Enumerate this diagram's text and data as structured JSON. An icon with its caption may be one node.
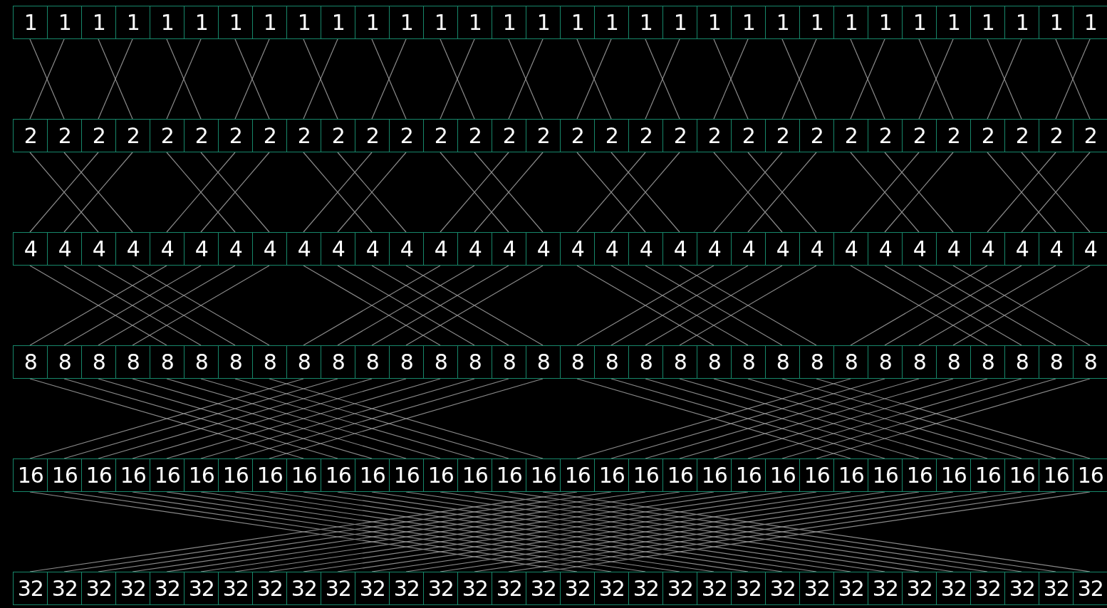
{
  "diagram": {
    "nodes": [
      {
        "text": [
          "1"
        ]
      },
      {
        "text": [
          "1"
        ]
      },
      {
        "text": [
          "1"
        ]
      },
      {
        "text": [
          "1"
        ]
      },
      {
        "text": [
          "1"
        ]
      },
      {
        "text": [
          "1"
        ]
      },
      {
        "text": [
          "1"
        ]
      },
      {
        "text": [
          "1"
        ]
      },
      {
        "text": [
          "1"
        ]
      },
      {
        "text": [
          "1"
        ]
      },
      {
        "text": [
          "1"
        ]
      },
      {
        "text": [
          "1"
        ]
      },
      {
        "text": [
          "1"
        ]
      },
      {
        "text": [
          "1"
        ]
      },
      {
        "text": [
          "1"
        ]
      },
      {
        "text": [
          "1"
        ]
      },
      {
        "text": [
          "1"
        ]
      },
      {
        "text": [
          "1"
        ]
      },
      {
        "text": [
          "1"
        ]
      },
      {
        "text": [
          "1"
        ]
      },
      {
        "text": [
          "1"
        ]
      },
      {
        "text": [
          "1"
        ]
      },
      {
        "text": [
          "1"
        ]
      },
      {
        "text": [
          "1"
        ]
      },
      {
        "text": [
          "1"
        ]
      },
      {
        "text": [
          "1"
        ]
      },
      {
        "text": [
          "1"
        ]
      },
      {
        "text": [
          "1"
        ]
      },
      {
        "text": [
          "1"
        ]
      },
      {
        "text": [
          "1"
        ]
      },
      {
        "text": [
          "1"
        ]
      },
      {
        "text": [
          "1"
        ]
      },
      {
        "text": [
          "2"
        ]
      },
      {
        "text": [
          "2"
        ]
      },
      {
        "text": [
          "2"
        ]
      },
      {
        "text": [
          "2"
        ]
      },
      {
        "text": [
          "2"
        ]
      },
      {
        "text": [
          "2"
        ]
      },
      {
        "text": [
          "2"
        ]
      },
      {
        "text": [
          "2"
        ]
      },
      {
        "text": [
          "2"
        ]
      },
      {
        "text": [
          "2"
        ]
      },
      {
        "text": [
          "2"
        ]
      },
      {
        "text": [
          "2"
        ]
      },
      {
        "text": [
          "2"
        ]
      },
      {
        "text": [
          "2"
        ]
      },
      {
        "text": [
          "2"
        ]
      },
      {
        "text": [
          "2"
        ]
      },
      {
        "text": [
          "2"
        ]
      },
      {
        "text": [
          "2"
        ]
      },
      {
        "text": [
          "2"
        ]
      },
      {
        "text": [
          "2"
        ]
      },
      {
        "text": [
          "2"
        ]
      },
      {
        "text": [
          "2"
        ]
      },
      {
        "text": [
          "2"
        ]
      },
      {
        "text": [
          "2"
        ]
      },
      {
        "text": [
          "2"
        ]
      },
      {
        "text": [
          "2"
        ]
      },
      {
        "text": [
          "2"
        ]
      },
      {
        "text": [
          "2"
        ]
      },
      {
        "text": [
          "2"
        ]
      },
      {
        "text": [
          "2"
        ]
      },
      {
        "text": [
          "2"
        ]
      },
      {
        "text": [
          "2"
        ]
      },
      {
        "text": [
          "4"
        ]
      },
      {
        "text": [
          "4"
        ]
      },
      {
        "text": [
          "4"
        ]
      },
      {
        "text": [
          "4"
        ]
      },
      {
        "text": [
          "4"
        ]
      },
      {
        "text": [
          "4"
        ]
      },
      {
        "text": [
          "4"
        ]
      },
      {
        "text": [
          "4"
        ]
      },
      {
        "text": [
          "4"
        ]
      },
      {
        "text": [
          "4"
        ]
      },
      {
        "text": [
          "4"
        ]
      },
      {
        "text": [
          "4"
        ]
      },
      {
        "text": [
          "4"
        ]
      },
      {
        "text": [
          "4"
        ]
      },
      {
        "text": [
          "4"
        ]
      },
      {
        "text": [
          "4"
        ]
      },
      {
        "text": [
          "4"
        ]
      },
      {
        "text": [
          "4"
        ]
      },
      {
        "text": [
          "4"
        ]
      },
      {
        "text": [
          "4"
        ]
      },
      {
        "text": [
          "4"
        ]
      },
      {
        "text": [
          "4"
        ]
      },
      {
        "text": [
          "4"
        ]
      },
      {
        "text": [
          "4"
        ]
      },
      {
        "text": [
          "4"
        ]
      },
      {
        "text": [
          "4"
        ]
      },
      {
        "text": [
          "4"
        ]
      },
      {
        "text": [
          "4"
        ]
      },
      {
        "text": [
          "4"
        ]
      },
      {
        "text": [
          "4"
        ]
      },
      {
        "text": [
          "4"
        ]
      },
      {
        "text": [
          "4"
        ]
      },
      {
        "text": [
          "8"
        ]
      },
      {
        "text": [
          "8"
        ]
      },
      {
        "text": [
          "8"
        ]
      },
      {
        "text": [
          "8"
        ]
      },
      {
        "text": [
          "8"
        ]
      },
      {
        "text": [
          "8"
        ]
      },
      {
        "text": [
          "8"
        ]
      },
      {
        "text": [
          "8"
        ]
      },
      {
        "text": [
          "8"
        ]
      },
      {
        "text": [
          "8"
        ]
      },
      {
        "text": [
          "8"
        ]
      },
      {
        "text": [
          "8"
        ]
      },
      {
        "text": [
          "8"
        ]
      },
      {
        "text": [
          "8"
        ]
      },
      {
        "text": [
          "8"
        ]
      },
      {
        "text": [
          "8"
        ]
      },
      {
        "text": [
          "8"
        ]
      },
      {
        "text": [
          "8"
        ]
      },
      {
        "text": [
          "8"
        ]
      },
      {
        "text": [
          "8"
        ]
      },
      {
        "text": [
          "8"
        ]
      },
      {
        "text": [
          "8"
        ]
      },
      {
        "text": [
          "8"
        ]
      },
      {
        "text": [
          "8"
        ]
      },
      {
        "text": [
          "8"
        ]
      },
      {
        "text": [
          "8"
        ]
      },
      {
        "text": [
          "8"
        ]
      },
      {
        "text": [
          "8"
        ]
      },
      {
        "text": [
          "8"
        ]
      },
      {
        "text": [
          "8"
        ]
      },
      {
        "text": [
          "8"
        ]
      },
      {
        "text": [
          "8"
        ]
      },
      {
        "text": [
          "16"
        ]
      },
      {
        "text": [
          "16"
        ]
      },
      {
        "text": [
          "16"
        ]
      },
      {
        "text": [
          "16"
        ]
      },
      {
        "text": [
          "16"
        ]
      },
      {
        "text": [
          "16"
        ]
      },
      {
        "text": [
          "16"
        ]
      },
      {
        "text": [
          "16"
        ]
      },
      {
        "text": [
          "16"
        ]
      },
      {
        "text": [
          "16"
        ]
      },
      {
        "text": [
          "16"
        ]
      },
      {
        "text": [
          "16"
        ]
      },
      {
        "text": [
          "16"
        ]
      },
      {
        "text": [
          "16"
        ]
      },
      {
        "text": [
          "16"
        ]
      },
      {
        "text": [
          "16"
        ]
      },
      {
        "text": [
          "16"
        ]
      },
      {
        "text": [
          "16"
        ]
      },
      {
        "text": [
          "16"
        ]
      },
      {
        "text": [
          "16"
        ]
      },
      {
        "text": [
          "16"
        ]
      },
      {
        "text": [
          "16"
        ]
      },
      {
        "text": [
          "16"
        ]
      },
      {
        "text": [
          "16"
        ]
      },
      {
        "text": [
          "16"
        ]
      },
      {
        "text": [
          "16"
        ]
      },
      {
        "text": [
          "16"
        ]
      },
      {
        "text": [
          "16"
        ]
      },
      {
        "text": [
          "16"
        ]
      },
      {
        "text": [
          "16"
        ]
      },
      {
        "text": [
          "16"
        ]
      },
      {
        "text": [
          "16"
        ]
      },
      {
        "text": [
          "32"
        ]
      },
      {
        "text": [
          "32"
        ]
      },
      {
        "text": [
          "32"
        ]
      },
      {
        "text": [
          "32"
        ]
      },
      {
        "text": [
          "32"
        ]
      },
      {
        "text": [
          "32"
        ]
      },
      {
        "text": [
          "32"
        ]
      },
      {
        "text": [
          "32"
        ]
      },
      {
        "text": [
          "32"
        ]
      },
      {
        "text": [
          "32"
        ]
      },
      {
        "text": [
          "32"
        ]
      },
      {
        "text": [
          "32"
        ]
      },
      {
        "text": [
          "32"
        ]
      },
      {
        "text": [
          "32"
        ]
      },
      {
        "text": [
          "32"
        ]
      },
      {
        "text": [
          "32"
        ]
      },
      {
        "text": [
          "32"
        ]
      },
      {
        "text": [
          "32"
        ]
      },
      {
        "text": [
          "32"
        ]
      },
      {
        "text": [
          "32"
        ]
      },
      {
        "text": [
          "32"
        ]
      },
      {
        "text": [
          "32"
        ]
      },
      {
        "text": [
          "32"
        ]
      },
      {
        "text": [
          "32"
        ]
      },
      {
        "text": [
          "32"
        ]
      },
      {
        "text": [
          "32"
        ]
      },
      {
        "text": [
          "32"
        ]
      },
      {
        "text": [
          "32"
        ]
      },
      {
        "text": [
          "32"
        ]
      },
      {
        "text": [
          "32"
        ]
      },
      {
        "text": [
          "32"
        ]
      },
      {
        "text": [
          "32"
        ]
      }
    ],
    "edges": [
      {
        "from": 0,
        "to": 33,
        "arrow": "none"
      },
      {
        "from": 1,
        "to": 32,
        "arrow": "none"
      },
      {
        "from": 2,
        "to": 35,
        "arrow": "none"
      },
      {
        "from": 3,
        "to": 34,
        "arrow": "none"
      },
      {
        "from": 4,
        "to": 37,
        "arrow": "none"
      },
      {
        "from": 5,
        "to": 36,
        "arrow": "none"
      },
      {
        "from": 6,
        "to": 39,
        "arrow": "none"
      },
      {
        "from": 7,
        "to": 38,
        "arrow": "none"
      },
      {
        "from": 8,
        "to": 41,
        "arrow": "none"
      },
      {
        "from": 9,
        "to": 40,
        "arrow": "none"
      },
      {
        "from": 10,
        "to": 43,
        "arrow": "none"
      },
      {
        "from": 11,
        "to": 42,
        "arrow": "none"
      },
      {
        "from": 12,
        "to": 45,
        "arrow": "none"
      },
      {
        "from": 13,
        "to": 44,
        "arrow": "none"
      },
      {
        "from": 14,
        "to": 47,
        "arrow": "none"
      },
      {
        "from": 15,
        "to": 46,
        "arrow": "none"
      },
      {
        "from": 16,
        "to": 49,
        "arrow": "none"
      },
      {
        "from": 17,
        "to": 48,
        "arrow": "none"
      },
      {
        "from": 18,
        "to": 51,
        "arrow": "none"
      },
      {
        "from": 19,
        "to": 50,
        "arrow": "none"
      },
      {
        "from": 20,
        "to": 53,
        "arrow": "none"
      },
      {
        "from": 21,
        "to": 52,
        "arrow": "none"
      },
      {
        "from": 22,
        "to": 55,
        "arrow": "none"
      },
      {
        "from": 23,
        "to": 54,
        "arrow": "none"
      },
      {
        "from": 24,
        "to": 57,
        "arrow": "none"
      },
      {
        "from": 25,
        "to": 56,
        "arrow": "none"
      },
      {
        "from": 26,
        "to": 59,
        "arrow": "none"
      },
      {
        "from": 27,
        "to": 58,
        "arrow": "none"
      },
      {
        "from": 28,
        "to": 61,
        "arrow": "none"
      },
      {
        "from": 29,
        "to": 60,
        "arrow": "none"
      },
      {
        "from": 30,
        "to": 63,
        "arrow": "none"
      },
      {
        "from": 31,
        "to": 62,
        "arrow": "none"
      },
      {
        "from": 32,
        "to": 66,
        "arrow": "none"
      },
      {
        "from": 33,
        "to": 67,
        "arrow": "none"
      },
      {
        "from": 34,
        "to": 64,
        "arrow": "none"
      },
      {
        "from": 35,
        "to": 65,
        "arrow": "none"
      },
      {
        "from": 36,
        "to": 70,
        "arrow": "none"
      },
      {
        "from": 37,
        "to": 71,
        "arrow": "none"
      },
      {
        "from": 38,
        "to": 68,
        "arrow": "none"
      },
      {
        "from": 39,
        "to": 69,
        "arrow": "none"
      },
      {
        "from": 40,
        "to": 74,
        "arrow": "none"
      },
      {
        "from": 41,
        "to": 75,
        "arrow": "none"
      },
      {
        "from": 42,
        "to": 72,
        "arrow": "none"
      },
      {
        "from": 43,
        "to": 73,
        "arrow": "none"
      },
      {
        "from": 44,
        "to": 78,
        "arrow": "none"
      },
      {
        "from": 45,
        "to": 79,
        "arrow": "none"
      },
      {
        "from": 46,
        "to": 76,
        "arrow": "none"
      },
      {
        "from": 47,
        "to": 77,
        "arrow": "none"
      },
      {
        "from": 48,
        "to": 82,
        "arrow": "none"
      },
      {
        "from": 49,
        "to": 83,
        "arrow": "none"
      },
      {
        "from": 50,
        "to": 80,
        "arrow": "none"
      },
      {
        "from": 51,
        "to": 81,
        "arrow": "none"
      },
      {
        "from": 52,
        "to": 86,
        "arrow": "none"
      },
      {
        "from": 53,
        "to": 87,
        "arrow": "none"
      },
      {
        "from": 54,
        "to": 84,
        "arrow": "none"
      },
      {
        "from": 55,
        "to": 85,
        "arrow": "none"
      },
      {
        "from": 56,
        "to": 90,
        "arrow": "none"
      },
      {
        "from": 57,
        "to": 91,
        "arrow": "none"
      },
      {
        "from": 58,
        "to": 88,
        "arrow": "none"
      },
      {
        "from": 59,
        "to": 89,
        "arrow": "none"
      },
      {
        "from": 60,
        "to": 94,
        "arrow": "none"
      },
      {
        "from": 61,
        "to": 95,
        "arrow": "none"
      },
      {
        "from": 62,
        "to": 92,
        "arrow": "none"
      },
      {
        "from": 63,
        "to": 93,
        "arrow": "none"
      },
      {
        "from": 64,
        "to": 100,
        "arrow": "none"
      },
      {
        "from": 65,
        "to": 101,
        "arrow": "none"
      },
      {
        "from": 66,
        "to": 102,
        "arrow": "none"
      },
      {
        "from": 67,
        "to": 103,
        "arrow": "none"
      },
      {
        "from": 68,
        "to": 96,
        "arrow": "none"
      },
      {
        "from": 69,
        "to": 97,
        "arrow": "none"
      },
      {
        "from": 70,
        "to": 98,
        "arrow": "none"
      },
      {
        "from": 71,
        "to": 99,
        "arrow": "none"
      },
      {
        "from": 72,
        "to": 108,
        "arrow": "none"
      },
      {
        "from": 73,
        "to": 109,
        "arrow": "none"
      },
      {
        "from": 74,
        "to": 110,
        "arrow": "none"
      },
      {
        "from": 75,
        "to": 111,
        "arrow": "none"
      },
      {
        "from": 76,
        "to": 104,
        "arrow": "none"
      },
      {
        "from": 77,
        "to": 105,
        "arrow": "none"
      },
      {
        "from": 78,
        "to": 106,
        "arrow": "none"
      },
      {
        "from": 79,
        "to": 107,
        "arrow": "none"
      },
      {
        "from": 80,
        "to": 116,
        "arrow": "none"
      },
      {
        "from": 81,
        "to": 117,
        "arrow": "none"
      },
      {
        "from": 82,
        "to": 118,
        "arrow": "none"
      },
      {
        "from": 83,
        "to": 119,
        "arrow": "none"
      },
      {
        "from": 84,
        "to": 112,
        "arrow": "none"
      },
      {
        "from": 85,
        "to": 113,
        "arrow": "none"
      },
      {
        "from": 86,
        "to": 114,
        "arrow": "none"
      },
      {
        "from": 87,
        "to": 115,
        "arrow": "none"
      },
      {
        "from": 88,
        "to": 124,
        "arrow": "none"
      },
      {
        "from": 89,
        "to": 125,
        "arrow": "none"
      },
      {
        "from": 90,
        "to": 126,
        "arrow": "none"
      },
      {
        "from": 91,
        "to": 127,
        "arrow": "none"
      },
      {
        "from": 92,
        "to": 120,
        "arrow": "none"
      },
      {
        "from": 93,
        "to": 121,
        "arrow": "none"
      },
      {
        "from": 94,
        "to": 122,
        "arrow": "none"
      },
      {
        "from": 95,
        "to": 123,
        "arrow": "none"
      },
      {
        "from": 96,
        "to": 136,
        "arrow": "none"
      },
      {
        "from": 97,
        "to": 137,
        "arrow": "none"
      },
      {
        "from": 98,
        "to": 138,
        "arrow": "none"
      },
      {
        "from": 99,
        "to": 139,
        "arrow": "none"
      },
      {
        "from": 100,
        "to": 140,
        "arrow": "none"
      },
      {
        "from": 101,
        "to": 141,
        "arrow": "none"
      },
      {
        "from": 102,
        "to": 142,
        "arrow": "none"
      },
      {
        "from": 103,
        "to": 143,
        "arrow": "none"
      },
      {
        "from": 104,
        "to": 128,
        "arrow": "none"
      },
      {
        "from": 105,
        "to": 129,
        "arrow": "none"
      },
      {
        "from": 106,
        "to": 130,
        "arrow": "none"
      },
      {
        "from": 107,
        "to": 131,
        "arrow": "none"
      },
      {
        "from": 108,
        "to": 132,
        "arrow": "none"
      },
      {
        "from": 109,
        "to": 133,
        "arrow": "none"
      },
      {
        "from": 110,
        "to": 134,
        "arrow": "none"
      },
      {
        "from": 111,
        "to": 135,
        "arrow": "none"
      },
      {
        "from": 112,
        "to": 152,
        "arrow": "none"
      },
      {
        "from": 113,
        "to": 153,
        "arrow": "none"
      },
      {
        "from": 114,
        "to": 154,
        "arrow": "none"
      },
      {
        "from": 115,
        "to": 155,
        "arrow": "none"
      },
      {
        "from": 116,
        "to": 156,
        "arrow": "none"
      },
      {
        "from": 117,
        "to": 157,
        "arrow": "none"
      },
      {
        "from": 118,
        "to": 158,
        "arrow": "none"
      },
      {
        "from": 119,
        "to": 159,
        "arrow": "none"
      },
      {
        "from": 120,
        "to": 144,
        "arrow": "none"
      },
      {
        "from": 121,
        "to": 145,
        "arrow": "none"
      },
      {
        "from": 122,
        "to": 146,
        "arrow": "none"
      },
      {
        "from": 123,
        "to": 147,
        "arrow": "none"
      },
      {
        "from": 124,
        "to": 148,
        "arrow": "none"
      },
      {
        "from": 125,
        "to": 149,
        "arrow": "none"
      },
      {
        "from": 126,
        "to": 150,
        "arrow": "none"
      },
      {
        "from": 127,
        "to": 151,
        "arrow": "none"
      },
      {
        "from": 128,
        "to": 176,
        "arrow": "none"
      },
      {
        "from": 129,
        "to": 177,
        "arrow": "none"
      },
      {
        "from": 130,
        "to": 178,
        "arrow": "none"
      },
      {
        "from": 131,
        "to": 179,
        "arrow": "none"
      },
      {
        "from": 132,
        "to": 180,
        "arrow": "none"
      },
      {
        "from": 133,
        "to": 181,
        "arrow": "none"
      },
      {
        "from": 134,
        "to": 182,
        "arrow": "none"
      },
      {
        "from": 135,
        "to": 183,
        "arrow": "none"
      },
      {
        "from": 136,
        "to": 184,
        "arrow": "none"
      },
      {
        "from": 137,
        "to": 185,
        "arrow": "none"
      },
      {
        "from": 138,
        "to": 186,
        "arrow": "none"
      },
      {
        "from": 139,
        "to": 187,
        "arrow": "none"
      },
      {
        "from": 140,
        "to": 188,
        "arrow": "none"
      },
      {
        "from": 141,
        "to": 189,
        "arrow": "none"
      },
      {
        "from": 142,
        "to": 190,
        "arrow": "none"
      },
      {
        "from": 143,
        "to": 191,
        "arrow": "none"
      },
      {
        "from": 144,
        "to": 160,
        "arrow": "none"
      },
      {
        "from": 145,
        "to": 161,
        "arrow": "none"
      },
      {
        "from": 146,
        "to": 162,
        "arrow": "none"
      },
      {
        "from": 147,
        "to": 163,
        "arrow": "none"
      },
      {
        "from": 148,
        "to": 164,
        "arrow": "none"
      },
      {
        "from": 149,
        "to": 165,
        "arrow": "none"
      },
      {
        "from": 150,
        "to": 166,
        "arrow": "none"
      },
      {
        "from": 151,
        "to": 167,
        "arrow": "none"
      },
      {
        "from": 152,
        "to": 168,
        "arrow": "none"
      },
      {
        "from": 153,
        "to": 169,
        "arrow": "none"
      },
      {
        "from": 154,
        "to": 170,
        "arrow": "none"
      },
      {
        "from": 155,
        "to": 171,
        "arrow": "none"
      },
      {
        "from": 156,
        "to": 172,
        "arrow": "none"
      },
      {
        "from": 157,
        "to": 173,
        "arrow": "none"
      },
      {
        "from": 158,
        "to": 174,
        "arrow": "none"
      },
      {
        "from": 159,
        "to": 175,
        "arrow": "none"
      }
    ]
  }
}
